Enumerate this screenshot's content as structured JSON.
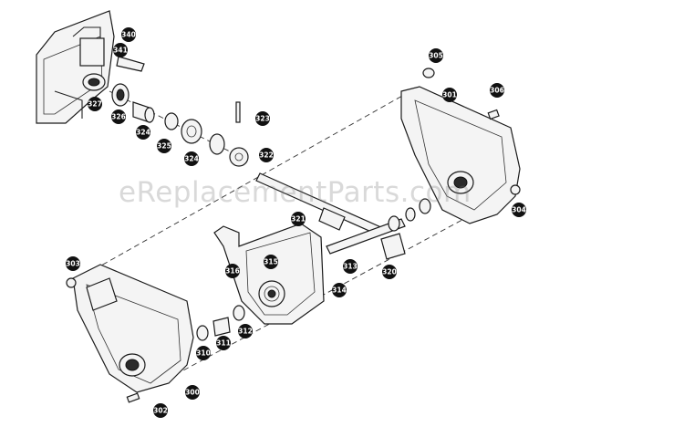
{
  "watermark": "eReplacementParts.com",
  "callouts": [
    {
      "label": "340"
    },
    {
      "label": "341"
    },
    {
      "label": "327"
    },
    {
      "label": "326"
    },
    {
      "label": "324"
    },
    {
      "label": "325"
    },
    {
      "label": "324"
    },
    {
      "label": "323"
    },
    {
      "label": "322"
    },
    {
      "label": "305"
    },
    {
      "label": "301"
    },
    {
      "label": "306"
    },
    {
      "label": "321"
    },
    {
      "label": "304"
    },
    {
      "label": "303"
    },
    {
      "label": "316"
    },
    {
      "label": "315"
    },
    {
      "label": "313"
    },
    {
      "label": "320"
    },
    {
      "label": "314"
    },
    {
      "label": "312"
    },
    {
      "label": "311"
    },
    {
      "label": "310"
    },
    {
      "label": "300"
    },
    {
      "label": "302"
    }
  ]
}
